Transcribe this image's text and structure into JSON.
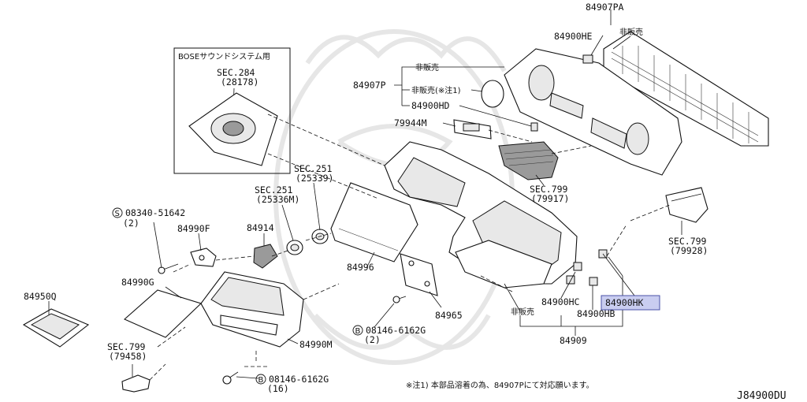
{
  "diagram_code": "J84900DU",
  "footnote": "※注1) 本部品溶着の為、84907Pにて対応願います。",
  "inset": {
    "title": "BOSEサウンドシステム用",
    "sec_label": "SEC.284",
    "sec_sub": "(28178)"
  },
  "labels": {
    "p84907PA": "84907PA",
    "p84900HE": "84900HE",
    "not_sold_top": "非販売",
    "not_sold_a": "非販売",
    "p84907P": "84907P",
    "not_sold_note": "非販売(※注1)",
    "p84900HD": "84900HD",
    "p79944M": "79944M",
    "sec799_a": "SEC.799",
    "sec799_a_sub": "(79917)",
    "sec799_b": "SEC.799",
    "sec799_b_sub": "(79928)",
    "sec251_a": "SEC.251",
    "sec251_a_sub": "(25339)",
    "sec251_b": "SEC.251",
    "sec251_b_sub": "(25336M)",
    "screw_1": "08340-51642",
    "screw_1_qty": "(2)",
    "p84990F": "84990F",
    "p84914": "84914",
    "p84990G": "84990G",
    "p84950Q": "84950Q",
    "p84996": "84996",
    "p84965": "84965",
    "bolt_1": "08146-6162G",
    "bolt_1_qty": "(2)",
    "p84990M": "84990M",
    "sec799_c": "SEC.799",
    "sec799_c_sub": "(79458)",
    "bolt_2": "08146-6162G",
    "bolt_2_qty": "(16)",
    "not_sold_b": "非販売",
    "p84900HC": "84900HC",
    "p84900HK": "84900HK",
    "p84900HB": "84900HB",
    "p84909": "84909"
  },
  "highlight_color": "#c9cdf0"
}
